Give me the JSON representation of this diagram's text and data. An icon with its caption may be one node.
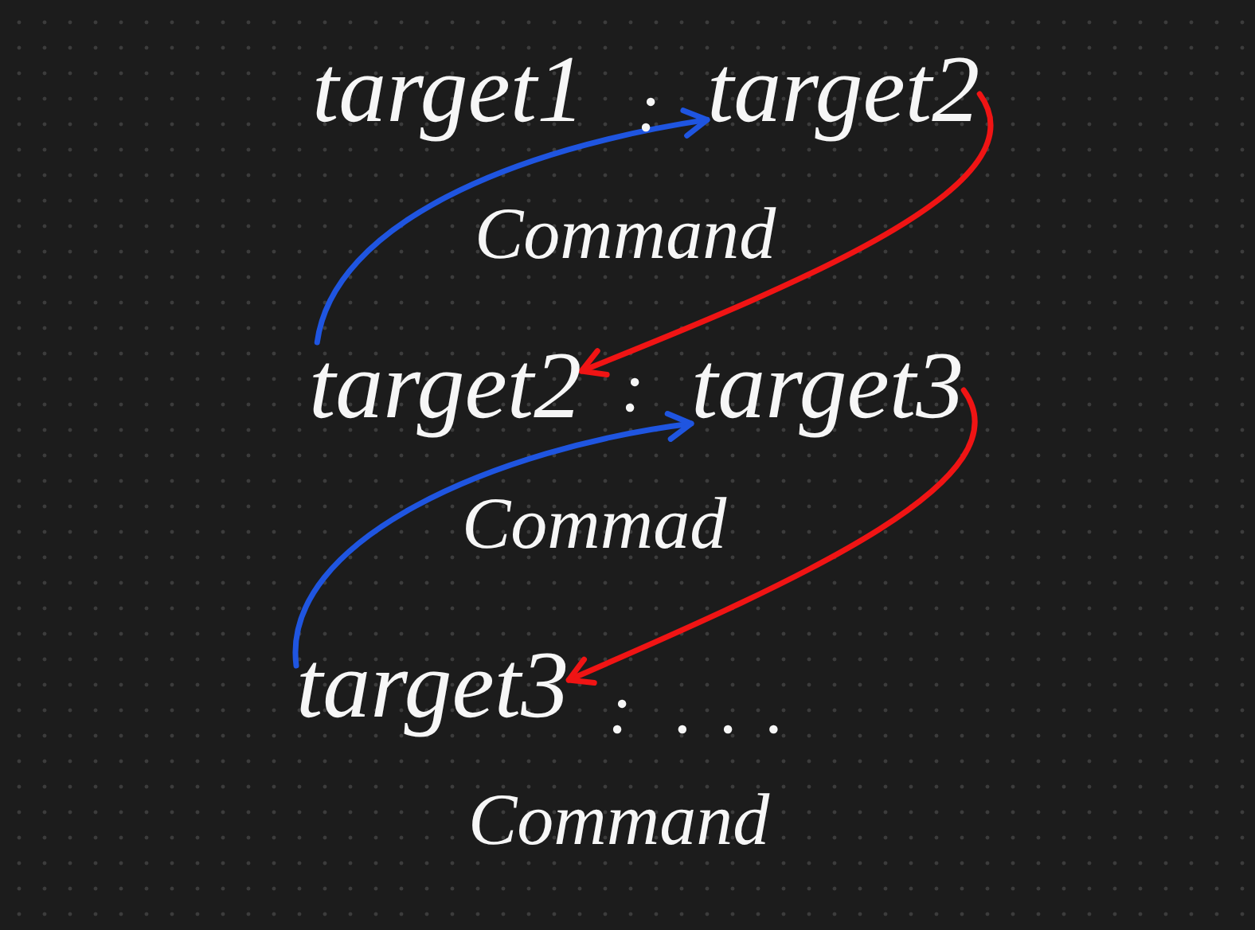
{
  "diagram": {
    "nodes": [
      {
        "text": [
          "target1"
        ]
      },
      {
        "text": [
          "target2"
        ]
      },
      {
        "text": [
          "target2"
        ]
      },
      {
        "text": [
          "target3"
        ]
      },
      {
        "text": [
          "target3"
        ]
      }
    ],
    "edges": [
      {
        "from": 2,
        "to": 1,
        "arrow": "to",
        "color": "#1f55e0"
      },
      {
        "from": 1,
        "to": 2,
        "arrow": "to",
        "color": "#f01414"
      },
      {
        "from": 4,
        "to": 3,
        "arrow": "to",
        "color": "#1f55e0"
      },
      {
        "from": 3,
        "to": 4,
        "arrow": "to",
        "color": "#f01414"
      }
    ],
    "labels": [
      ":",
      "Command",
      ":",
      "Commad",
      ":",
      "...",
      "Command"
    ]
  }
}
